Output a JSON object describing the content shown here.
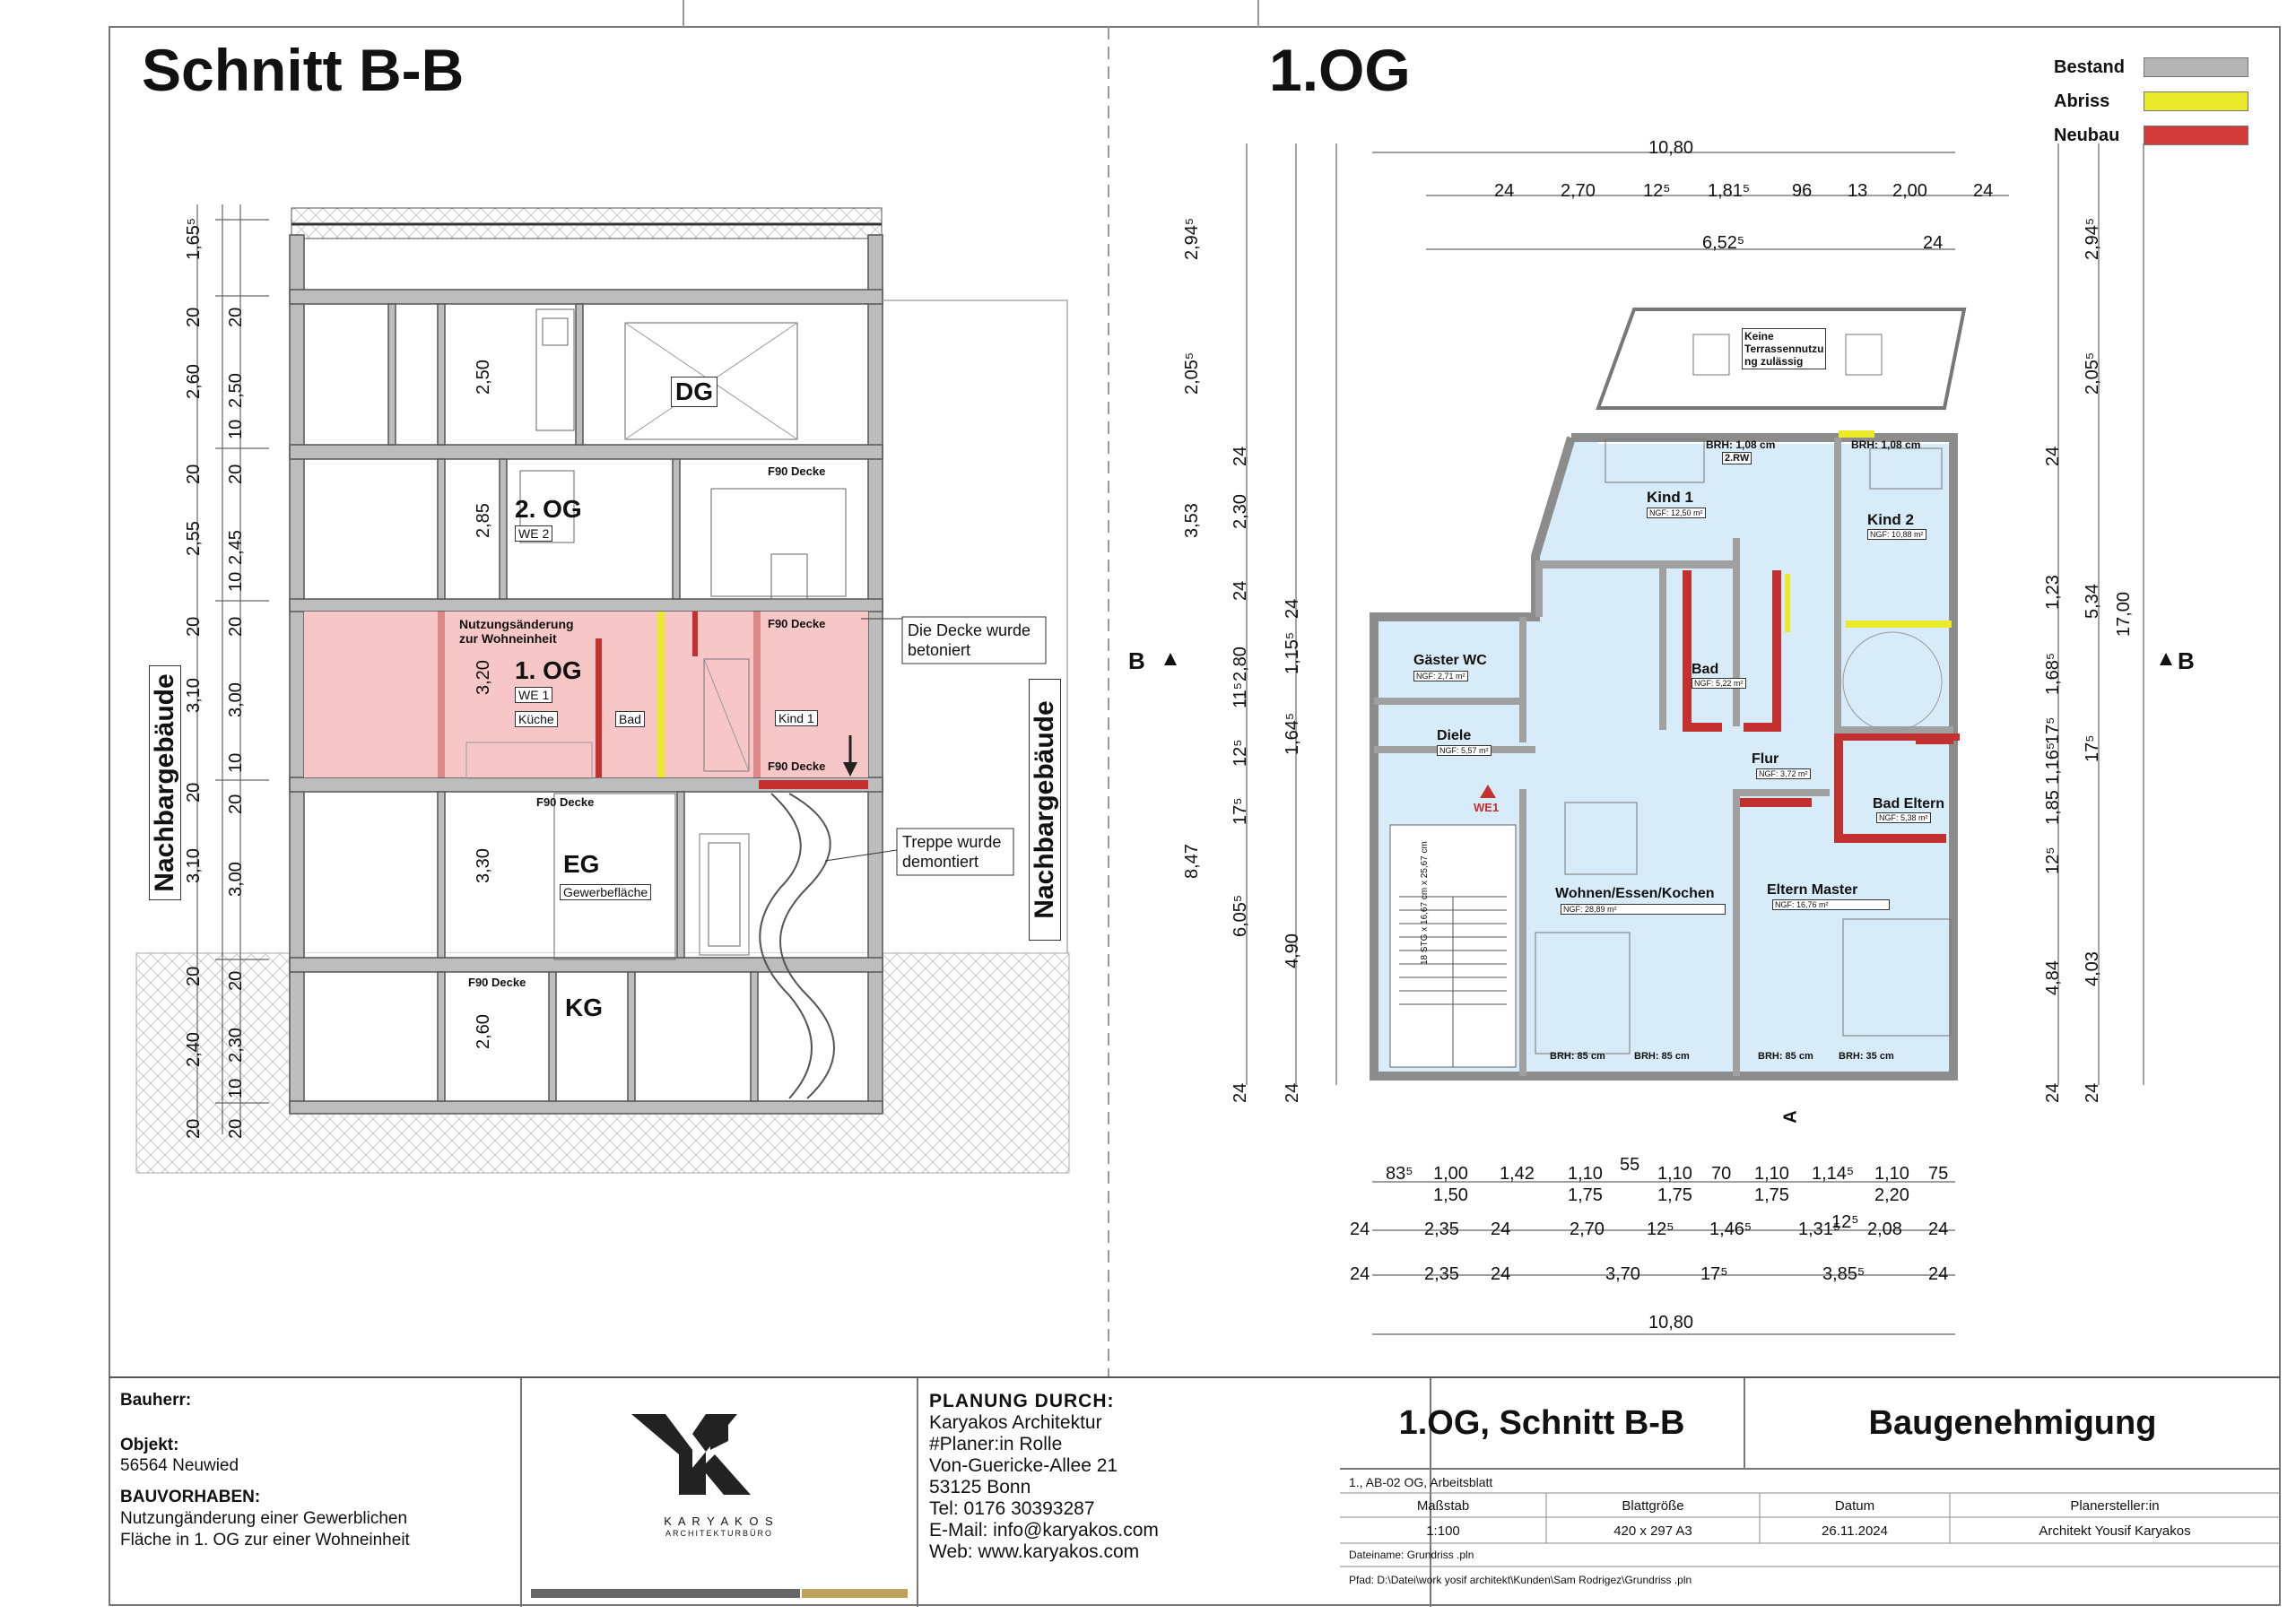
{
  "left_title": "Schnitt B-B",
  "right_title": "1.OG",
  "legend": [
    {
      "label": "Bestand",
      "color": "#b4b4b4"
    },
    {
      "label": "Abriss",
      "color": "#eaea2a"
    },
    {
      "label": "Neubau",
      "color": "#d33a3a"
    }
  ],
  "section": {
    "neighbor": "Nachbargebäude",
    "floors": {
      "dg": "DG",
      "og2": "2. OG",
      "og2_sub": "WE 2",
      "og1": "1. OG",
      "og1_sub": "WE 1",
      "eg": "EG",
      "eg_sub": "Gewerbefläche",
      "kg": "KG"
    },
    "labels": {
      "nutzung": "Nutzungsänderung",
      "nutzung2": "zur Wohneinheit",
      "kueche": "Küche",
      "bad": "Bad",
      "kind1": "Kind 1",
      "f90": "F90 Decke"
    },
    "notes": {
      "decke1": "Die Decke wurde",
      "decke2": "betoniert",
      "treppe1": "Treppe wurde",
      "treppe2": "demontiert"
    },
    "dims_outer": [
      "1,65⁵",
      "20",
      "2,60",
      "20",
      "2,55",
      "20",
      "3,10",
      "20",
      "3,10",
      "20",
      "2,40",
      "20"
    ],
    "dims_inner": [
      "20",
      "2,50",
      "10",
      "20",
      "2,45",
      "10",
      "20",
      "3,00",
      "10",
      "20",
      "3,00",
      "20",
      "2,30",
      "10",
      "20"
    ],
    "dims_room": [
      "2,50",
      "2,85",
      "3,20",
      "3,30",
      "2,60"
    ]
  },
  "plan": {
    "rooms": {
      "kind1": "Kind 1",
      "kind1_ngf": "NGF: 12,50 m²",
      "kind2": "Kind 2",
      "kind2_ngf": "NGF: 10,88 m²",
      "gwc": "Gäster WC",
      "gwc_ngf": "NGF: 2,71 m²",
      "bad": "Bad",
      "bad_ngf": "NGF: 5,22 m²",
      "diele": "Diele",
      "diele_ngf": "NGF: 5,57 m²",
      "flur": "Flur",
      "flur_ngf": "NGF: 3,72 m²",
      "bad_eltern": "Bad Eltern",
      "bad_eltern_ngf": "NGF: 5,38 m²",
      "wek": "Wohnen/Essen/Kochen",
      "wek_ngf": "NGF: 28,89 m²",
      "eltern": "Eltern Master",
      "eltern_ngf": "NGF: 16,76 m²"
    },
    "terrace": [
      "Keine",
      "Terrassennutzu",
      "ng zulässig"
    ],
    "brh_top1": "BRH: 1,08 cm",
    "brh_top2": "BRH: 1,08 cm",
    "rw": "2.RW",
    "brh_bottom": [
      "BRH: 85 cm",
      "BRH: 85 cm",
      "BRH: 85 cm",
      "BRH: 35 cm"
    ],
    "we1": "WE1",
    "stair": "18 STG x 16,67 cm x 25,67 cm",
    "marker_b": "B",
    "marker_a": "A",
    "top_total": "10,80",
    "top_row1": [
      "24",
      "2,70",
      "12⁵",
      "1,81⁵",
      "96",
      "13",
      "2,00",
      "24"
    ],
    "top_row2": [
      "6,52⁵",
      "24"
    ],
    "bottom_row1": [
      "83⁵",
      "1,00",
      "1,42",
      "1,10",
      "55",
      "1,10",
      "70",
      "1,10",
      "1,14⁵",
      "1,10",
      "75"
    ],
    "bottom_row1b": [
      "1,50",
      "1,75",
      "1,75",
      "1,75",
      "2,20"
    ],
    "bottom_row2": [
      "24",
      "2,35",
      "24",
      "2,70",
      "12⁵",
      "1,46⁵",
      "1,31⁵",
      "12⁵",
      "2,08",
      "24"
    ],
    "bottom_row3": [
      "24",
      "2,35",
      "24",
      "3,70",
      "17⁵",
      "3,85⁵",
      "24"
    ],
    "bottom_total": "10,80",
    "left_dims_outer": [
      "2,94⁵",
      "2,05⁵",
      "3,53",
      "8,47"
    ],
    "left_dims_mid": [
      "24",
      "2,30",
      "24",
      "2,80",
      "11⁵",
      "12⁵",
      "17⁵",
      "6,05⁵",
      "24"
    ],
    "left_dims_inner": [
      "24",
      "1,15⁵",
      "1,64⁵",
      "4,90",
      "24"
    ],
    "right_dims_outer": [
      "2,94⁵",
      "2,05⁵",
      "5,34",
      "17,00"
    ],
    "right_dims_mid": [
      "24",
      "1,23",
      "1,68⁵",
      "17⁵",
      "1,16⁵",
      "1,85",
      "12⁵",
      "4,84",
      "24"
    ],
    "right_dims_inner": [
      "17⁵",
      "4,03",
      "24"
    ]
  },
  "titleblock": {
    "bauherr_label": "Bauherr:",
    "objekt_label": "Objekt:",
    "objekt_value": "56564 Neuwied",
    "bauvorhaben_label": "BAUVORHABEN:",
    "bauvorhaben_1": "Nutzungänderung einer Gewerblichen",
    "bauvorhaben_2": "Fläche in 1. OG zur einer Wohneinheit",
    "logo_name": "K A R Y A K O S",
    "logo_sub": "ARCHITEKTURBÜRO",
    "planung_label": "PLANUNG DURCH:",
    "planung_lines": [
      "Karyakos Architektur",
      "#Planer:in Rolle",
      "Von-Guericke-Allee 21",
      "53125 Bonn",
      "Tel: 0176 30393287",
      "E-Mail: info@karyakos.com",
      "Web: www.karyakos.com"
    ],
    "sheet_title": "1.OG, Schnitt B-B",
    "phase": "Baugenehmigung",
    "sheet_id": "1., AB-02 OG, Arbeitsblatt",
    "col_headers": [
      "Maßstab",
      "Blattgröße",
      "Datum",
      "Planersteller:in"
    ],
    "col_values": [
      "1:100",
      "420 x 297 A3",
      "26.11.2024",
      "Architekt Yousif Karyakos"
    ],
    "dateiname": "Dateiname: Grundriss .pln",
    "pfad": "Pfad: D:\\Datei\\work yosif architekt\\Kunden\\Sam Rodrigez\\Grundriss .pln"
  }
}
